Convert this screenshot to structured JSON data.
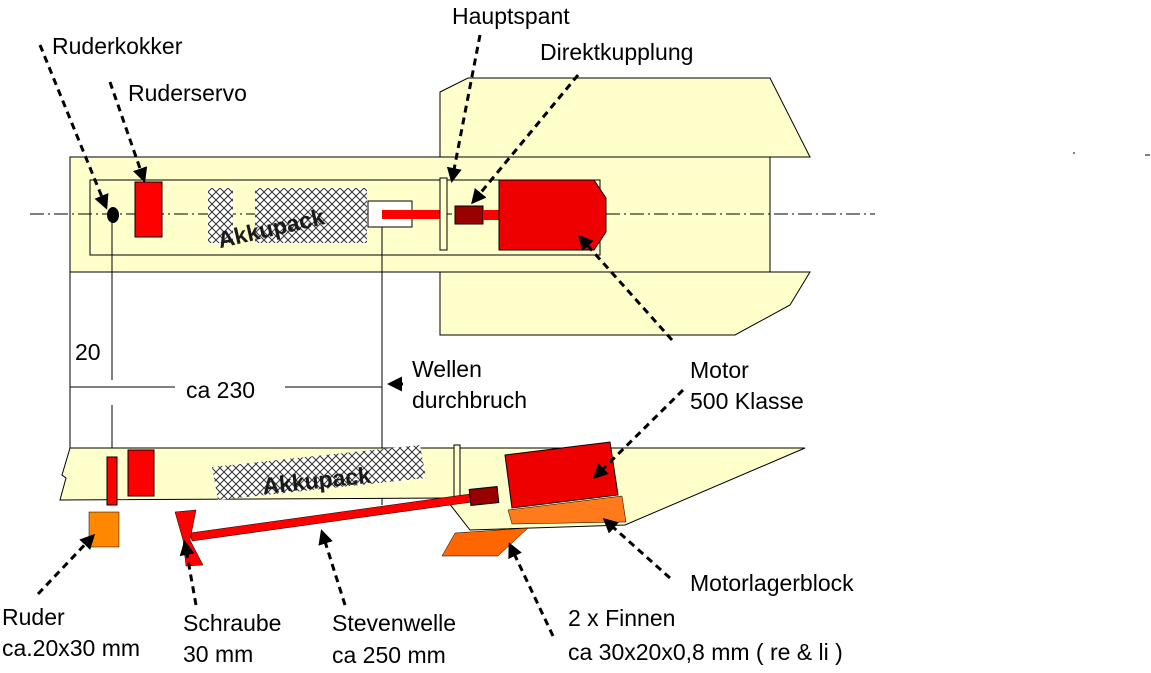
{
  "labels": {
    "hauptspant": "Hauptspant",
    "ruderkokker": "Ruderkokker",
    "direktkupplung": "Direktkupplung",
    "ruderservo": "Ruderservo",
    "akkupack_top": "Akkupack",
    "akkupack_side": "Akkupack",
    "dim_20": "20",
    "dim_230": "ca 230",
    "wellen_line1": "Wellen",
    "wellen_line2": "durchbruch",
    "motor_line1": "Motor",
    "motor_line2": "500 Klasse",
    "motorlagerblock": "Motorlagerblock",
    "ruder_line1": "Ruder",
    "ruder_line2": "ca.20x30 mm",
    "schraube_line1": "Schraube",
    "schraube_line2": "30 mm",
    "stevenwelle_line1": "Stevenwelle",
    "stevenwelle_line2": "ca 250 mm",
    "finnen_line1": "2 x Finnen",
    "finnen_line2": "ca 30x20x0,8 mm ( re & li )"
  },
  "colors": {
    "hull_fill": "#ffffcc",
    "part_red": "#ff0000",
    "motor_red": "#ee0000",
    "coupling_dark": "#990000",
    "fin_orange": "#ff6600",
    "ruder_orange": "#ff8800",
    "akkupack_hatch": "#333333"
  }
}
